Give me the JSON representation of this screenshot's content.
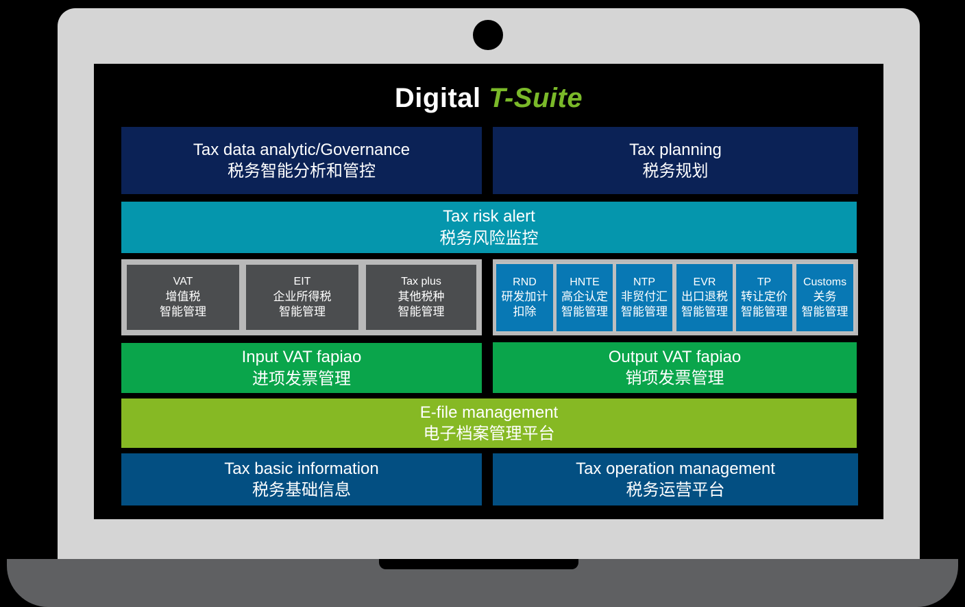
{
  "title": {
    "prefix": "Digital",
    "accent": "T-Suite"
  },
  "colors": {
    "accent": "#7ab929",
    "navy": "#0b2256",
    "teal": "#0596ad",
    "green": "#0aa54b",
    "lime": "#86b924",
    "blue": "#034f82",
    "dark": "#4b4d4f",
    "cell_blue": "#0878b4"
  },
  "top_left": {
    "en": "Tax data analytic/Governance",
    "zh": "税务智能分析和管控"
  },
  "top_right": {
    "en": "Tax planning",
    "zh": "税务规划"
  },
  "risk": {
    "en": "Tax risk alert",
    "zh": "税务风险监控"
  },
  "left_cells": [
    {
      "en": "VAT",
      "zh1": "增值税",
      "zh2": "智能管理"
    },
    {
      "en": "EIT",
      "zh1": "企业所得税",
      "zh2": "智能管理"
    },
    {
      "en": "Tax plus",
      "zh1": "其他税种",
      "zh2": "智能管理"
    }
  ],
  "right_cells": [
    {
      "en": "RND",
      "zh1": "研发加计",
      "zh2": "扣除"
    },
    {
      "en": "HNTE",
      "zh1": "高企认定",
      "zh2": "智能管理"
    },
    {
      "en": "NTP",
      "zh1": "非贸付汇",
      "zh2": "智能管理"
    },
    {
      "en": "EVR",
      "zh1": "出口退税",
      "zh2": "智能管理"
    },
    {
      "en": "TP",
      "zh1": "转让定价",
      "zh2": "智能管理"
    },
    {
      "en": "Customs",
      "zh1": "关务",
      "zh2": "智能管理"
    }
  ],
  "input_vat": {
    "en": "Input VAT fapiao",
    "zh": "进项发票管理"
  },
  "output_vat": {
    "en": "Output VAT fapiao",
    "zh": "销项发票管理"
  },
  "efile": {
    "en": "E-file management",
    "zh": "电子档案管理平台"
  },
  "basic": {
    "en": "Tax basic information",
    "zh": "税务基础信息"
  },
  "operation": {
    "en": "Tax operation management",
    "zh": "税务运营平台"
  }
}
